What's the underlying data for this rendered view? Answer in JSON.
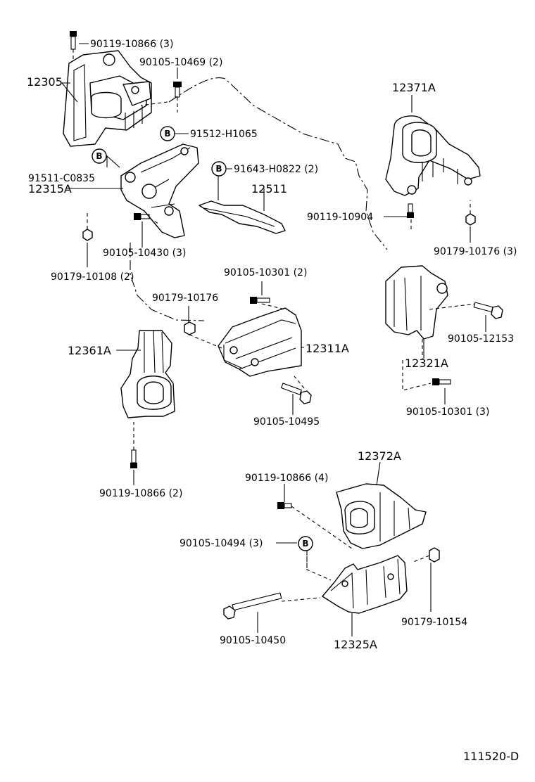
{
  "labels": {
    "l_12305": "12305",
    "l_90119_10866_3": "90119-10866 (3)",
    "l_90105_10469_2": "90105-10469 (2)",
    "l_91512_H1065": "91512-H1065",
    "l_91511_C0835": "91511-C0835",
    "l_12315A": "12315A",
    "l_91643_H0822_2": "91643-H0822 (2)",
    "l_12511": "12511",
    "l_90105_10430_3": "90105-10430 (3)",
    "l_90179_10108_2": "90179-10108 (2)",
    "l_12371A": "12371A",
    "l_90119_10904": "90119-10904",
    "l_90179_10176_3": "90179-10176 (3)",
    "l_90105_10301_2": "90105-10301 (2)",
    "l_90179_10176": "90179-10176",
    "l_12361A": "12361A",
    "l_12311A": "12311A",
    "l_90105_10495": "90105-10495",
    "l_90105_12153": "90105-12153",
    "l_12321A": "12321A",
    "l_90105_10301_3": "90105-10301 (3)",
    "l_90119_10866_2": "90119-10866 (2)",
    "l_12372A": "12372A",
    "l_90119_10866_4": "90119-10866 (4)",
    "l_90105_10494_3": "90105-10494 (3)",
    "l_90179_10154": "90179-10154",
    "l_90105_10450": "90105-10450",
    "l_12325A": "12325A",
    "l_diagram_id": "111520-D"
  },
  "markers": {
    "b": "B"
  }
}
